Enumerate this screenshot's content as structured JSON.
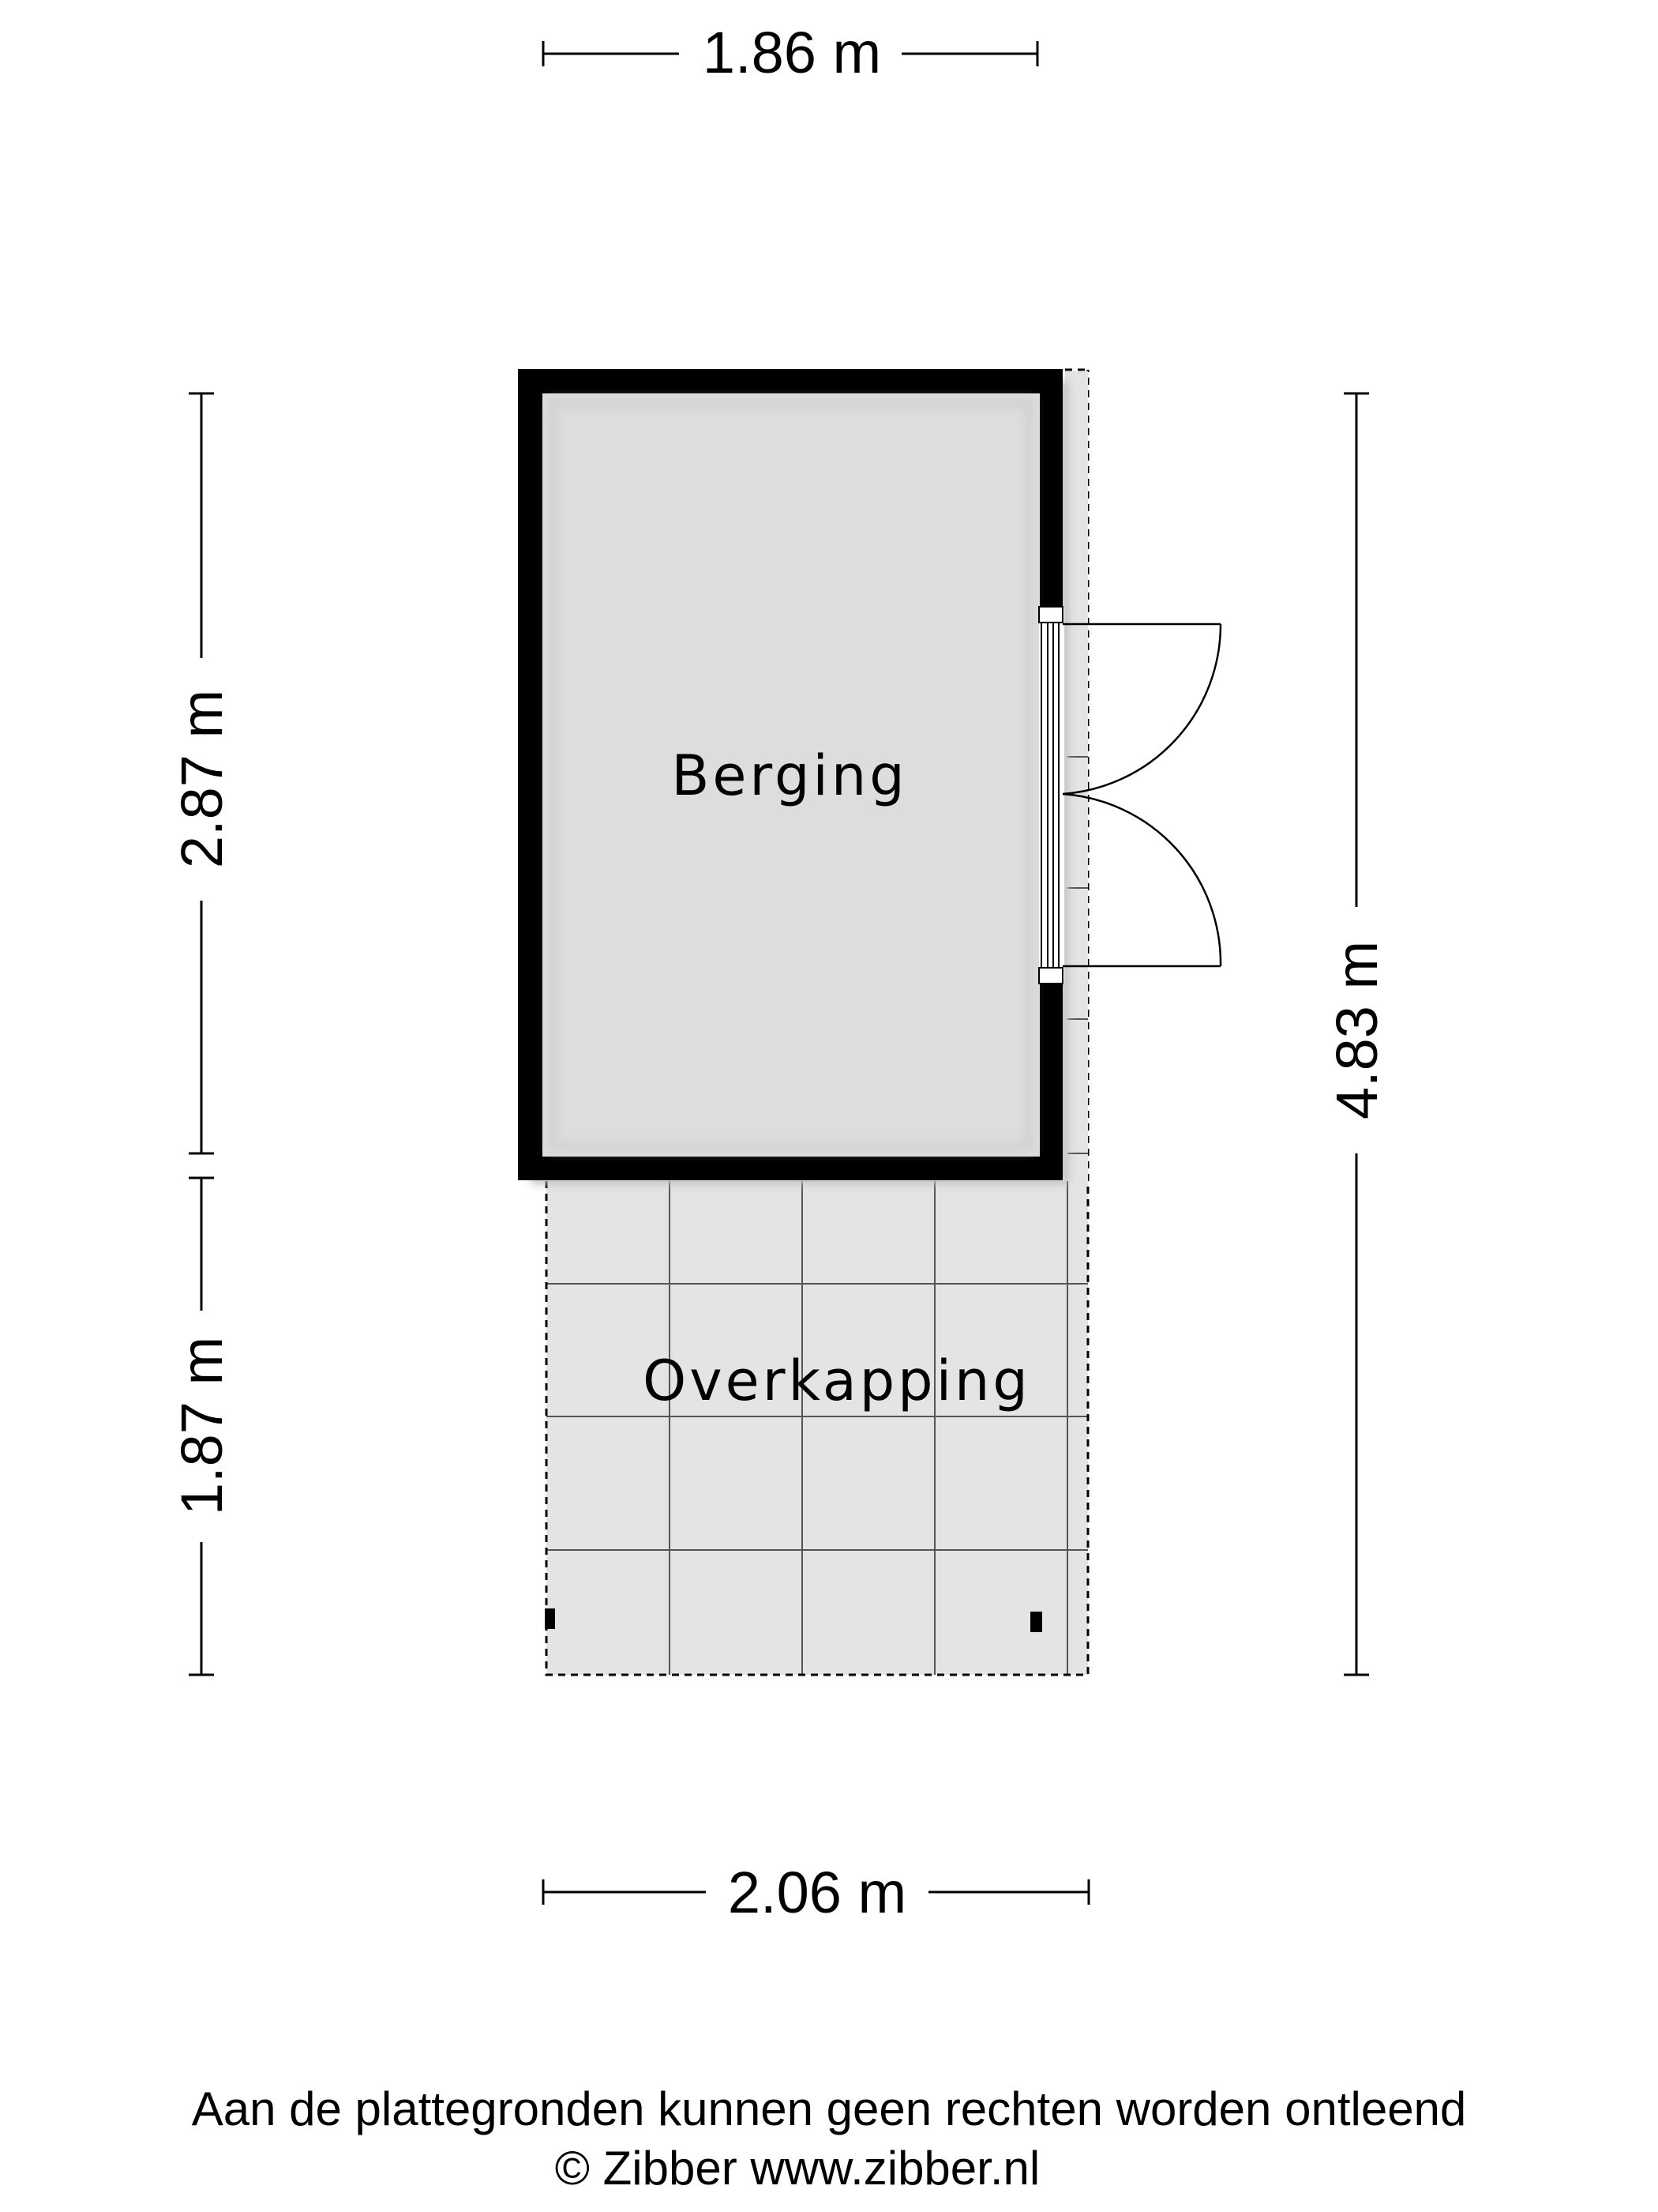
{
  "dimensions": {
    "top_width": "1.86 m",
    "bottom_width": "2.06 m",
    "left_upper_height": "2.87 m",
    "left_lower_height": "1.87 m",
    "right_total_height": "4.83 m"
  },
  "rooms": {
    "storage": "Berging",
    "canopy": "Overkapping"
  },
  "footer": {
    "disclaimer": "Aan de plattegronden kunnen geen rechten worden ontleend",
    "credit": "© Zibber www.zibber.nl"
  },
  "colors": {
    "wall": "#000000",
    "room_fill": "#dddddd",
    "canopy_fill": "#e3e3e3",
    "shadow": "#bdbdbd"
  }
}
